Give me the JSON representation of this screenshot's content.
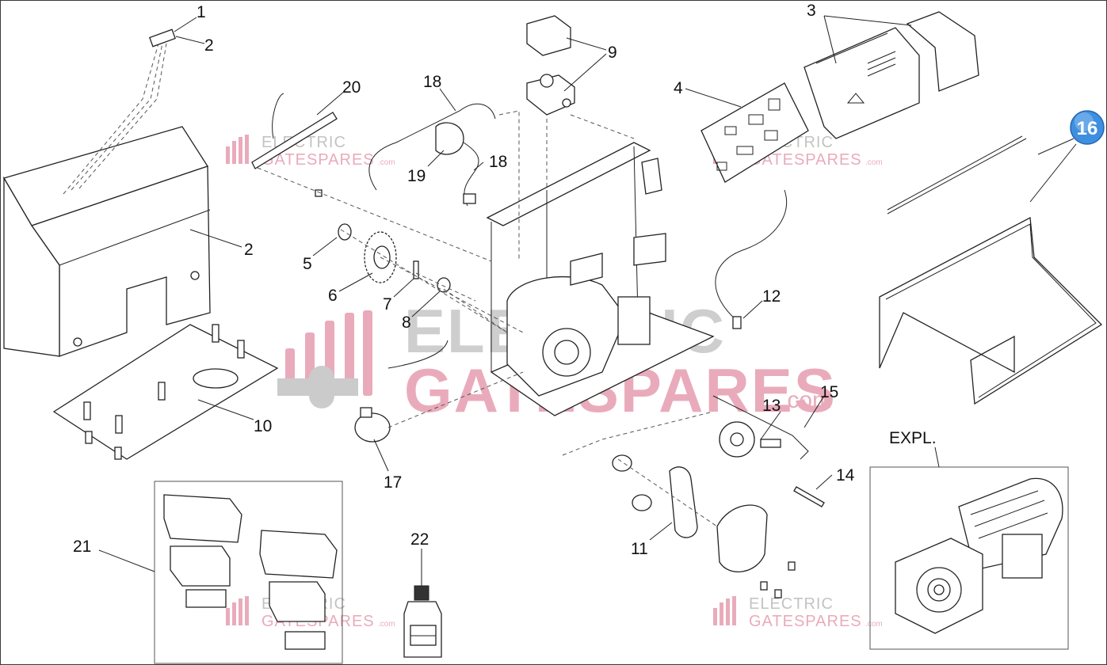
{
  "labels": {
    "p1": "1",
    "p2a": "2",
    "p2b": "2",
    "p3": "3",
    "p4": "4",
    "p5": "5",
    "p6": "6",
    "p7": "7",
    "p8": "8",
    "p9": "9",
    "p10": "10",
    "p11": "11",
    "p12": "12",
    "p13": "13",
    "p14": "14",
    "p15": "15",
    "p16": "16",
    "p17": "17",
    "p18a": "18",
    "p18b": "18",
    "p19": "19",
    "p20": "20",
    "p21": "21",
    "p22": "22",
    "expl": "EXPL."
  },
  "watermark": {
    "line1": "ELECTRIC",
    "line2": "GATESPARES",
    "suffix": ".com"
  },
  "colors": {
    "watermark_pink": "#e7a3b4",
    "watermark_grey": "#bfbfbf",
    "badge_blue": "#3f8fe0",
    "line": "#222222"
  }
}
